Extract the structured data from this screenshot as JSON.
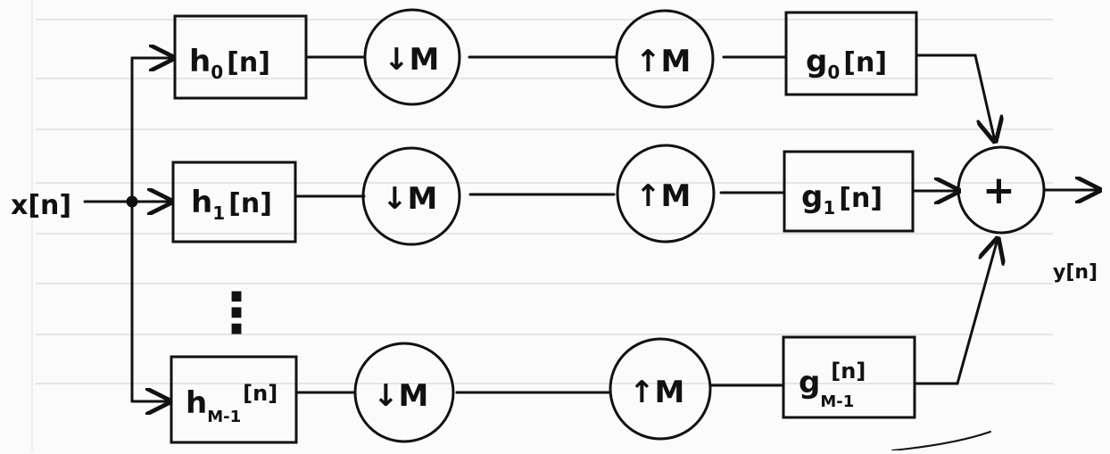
{
  "input_label": "x[n]",
  "output_label": "y[n]",
  "ellipsis": "⋮",
  "adder_symbol": "+",
  "branches": [
    {
      "analysis": {
        "base": "h",
        "sub": "0",
        "arg": "[n]"
      },
      "down": "↓M",
      "up": "↑M",
      "synthesis": {
        "base": "g",
        "sub": "0",
        "arg": "[n]"
      }
    },
    {
      "analysis": {
        "base": "h",
        "sub": "1",
        "arg": "[n]"
      },
      "down": "↓M",
      "up": "↑M",
      "synthesis": {
        "base": "g",
        "sub": "1",
        "arg": "[n]"
      }
    },
    {
      "analysis": {
        "base": "h",
        "sub": "M-1",
        "arg": "[n]"
      },
      "down": "↓M",
      "up": "↑M",
      "synthesis": {
        "base": "g",
        "sub": "M-1",
        "arg": "[n]"
      }
    }
  ]
}
